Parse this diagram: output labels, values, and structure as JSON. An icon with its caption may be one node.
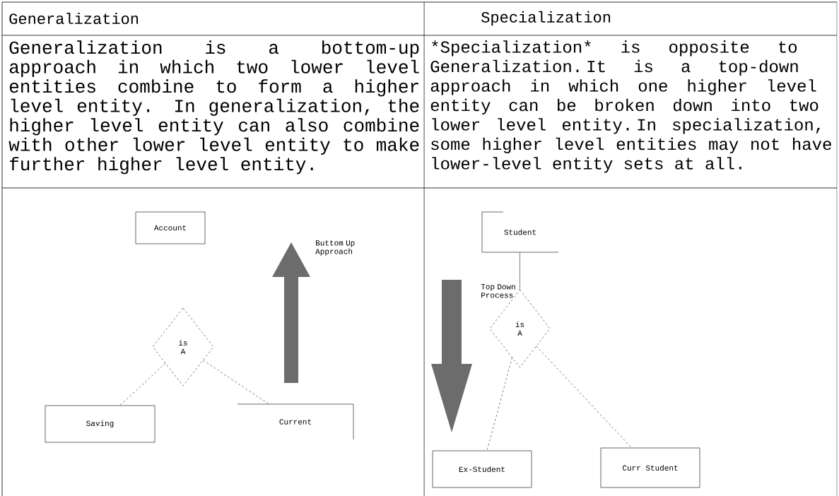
{
  "diagram": {
    "nodes": [
      {
        "text": [
          "Account"
        ]
      },
      {
        "text": [
          "is A"
        ]
      },
      {
        "text": [
          "Saving"
        ]
      },
      {
        "text": [
          "Current"
        ]
      },
      {
        "text": [
          "Student"
        ]
      },
      {
        "text": [
          "is A"
        ]
      },
      {
        "text": [
          "Ex-Student"
        ]
      },
      {
        "text": [
          "Curr Student"
        ]
      }
    ],
    "edges": [
      {
        "from": 1,
        "to": 2,
        "arrow": "none",
        "style": "dashed"
      },
      {
        "from": 1,
        "to": 3,
        "arrow": "none",
        "style": "dashed"
      },
      {
        "from": 4,
        "to": 5,
        "arrow": "none"
      },
      {
        "from": 5,
        "to": 6,
        "arrow": "none",
        "style": "dashed"
      },
      {
        "from": 5,
        "to": 7,
        "arrow": "none",
        "style": "dashed"
      }
    ],
    "labels": [
      "Generalization",
      "Specialization",
      "Generalization is a bottom-up approach in which two lower level entities combine to form a higher level entity. In generalization, the higher level entity can also combine with other lower level entity to make further higher level entity.",
      "*Specialization* is opposite to Generalization. It is a top-down approach in which one higher level entity can be broken down into two lower level entity. In specialization, some higher level entities may not have lower-level entity sets at all.",
      "Buttom Up Approach",
      "Top Down Process"
    ]
  }
}
